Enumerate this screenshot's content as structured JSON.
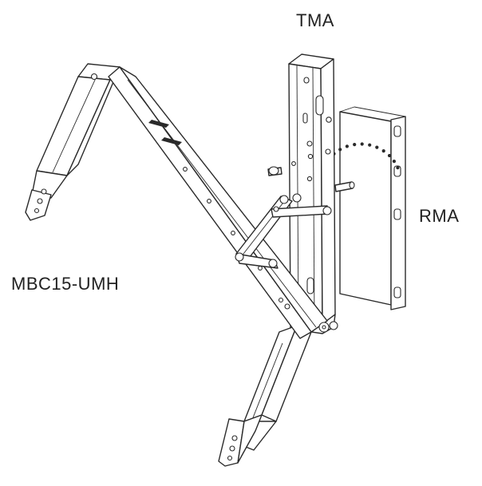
{
  "labels": {
    "tma": "TMA",
    "rma": "RMA",
    "mbc": "MBC15-UMH"
  },
  "colors": {
    "line": "#2a2a2a",
    "background": "#ffffff",
    "text": "#222222"
  }
}
